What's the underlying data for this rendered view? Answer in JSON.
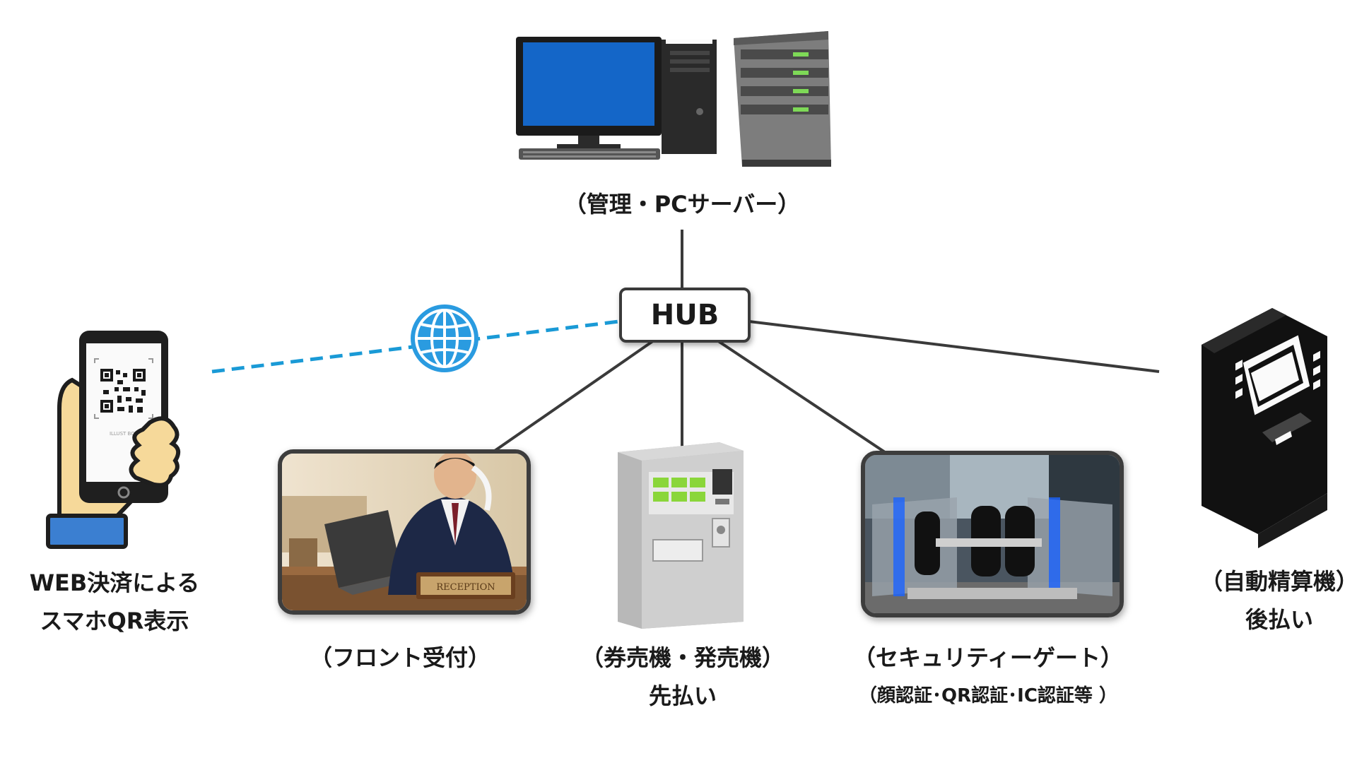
{
  "hub": {
    "label": "HUB"
  },
  "nodes": {
    "server": {
      "line1": "（管理・PCサーバー）"
    },
    "smartphone": {
      "line1": "WEB決済による",
      "line2": "スマホQR表示",
      "qr_caption": "ILLUST BOX"
    },
    "front": {
      "line1": "（フロント受付）",
      "sign_text": "RECEPTION"
    },
    "ticket": {
      "line1": "（券売機・発売機）",
      "line2": "先払い"
    },
    "gate": {
      "line1": "（セキュリティーゲート）",
      "line2": "（顔認証･QR認証･IC認証等 ）"
    },
    "kiosk": {
      "line1": "（自動精算機）",
      "line2": "後払い"
    }
  },
  "colors": {
    "wire": "#3a3a3a",
    "internet_link": "#1a9ad6",
    "globe": "#2a9be0",
    "monitor_screen": "#1466c8",
    "server_led": "#7ed957",
    "ticket_buttons": "#8ad63a",
    "phone_hand": "#f6d99a",
    "phone_sleeve": "#3b7fd1"
  }
}
